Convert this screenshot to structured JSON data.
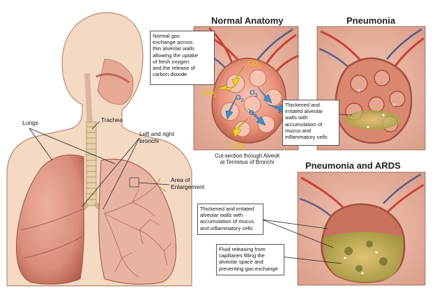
{
  "headings": {
    "normal": "Normal Anatomy",
    "pneumonia": "Pneumonia",
    "ards": "Pneumonia and ARDS"
  },
  "labels": {
    "lungs": "Lungs",
    "trachea": "Trachea",
    "bronchi": "Left and right\nbronchi",
    "area": "Area of\nEnlargement"
  },
  "callouts": {
    "gas_exchange": "Normal gas\nexchange across\nthin alveolar walls\nallowing the uptake\nof fresh oxygen\nand the release of\ncarbon dioxide",
    "thickened_pneumonia": "Thickened and\nirritated alveolar\nwalls with\naccumulation of\nmucus and\ninflammatory cells",
    "thickened_ards": "Thickened and irritated\nalveolar walls with\naccumulation of mucus\nand inflammatory cells",
    "fluid": "Fluid releasing from\ncapillaries filling the\nalveolar space and\npreventing gas exchange"
  },
  "caption": "Cut-section through Alveoli\nat Terminus of Bronchi",
  "molecules": {
    "co2": "CO",
    "co2_sub": "2",
    "o2": "O",
    "o2_sub": "2"
  },
  "colors": {
    "skin": "#f4d9c3",
    "skin_outline": "#b58a70",
    "lung": "#d98d7a",
    "lung_dark": "#b8604f",
    "alveolus": "#e8917a",
    "artery": "#c9362a",
    "vein": "#3f4f8a",
    "co2_arrow": "#f0d020",
    "o2_arrow": "#3d8fd0",
    "mucus": "#c8b45a"
  }
}
